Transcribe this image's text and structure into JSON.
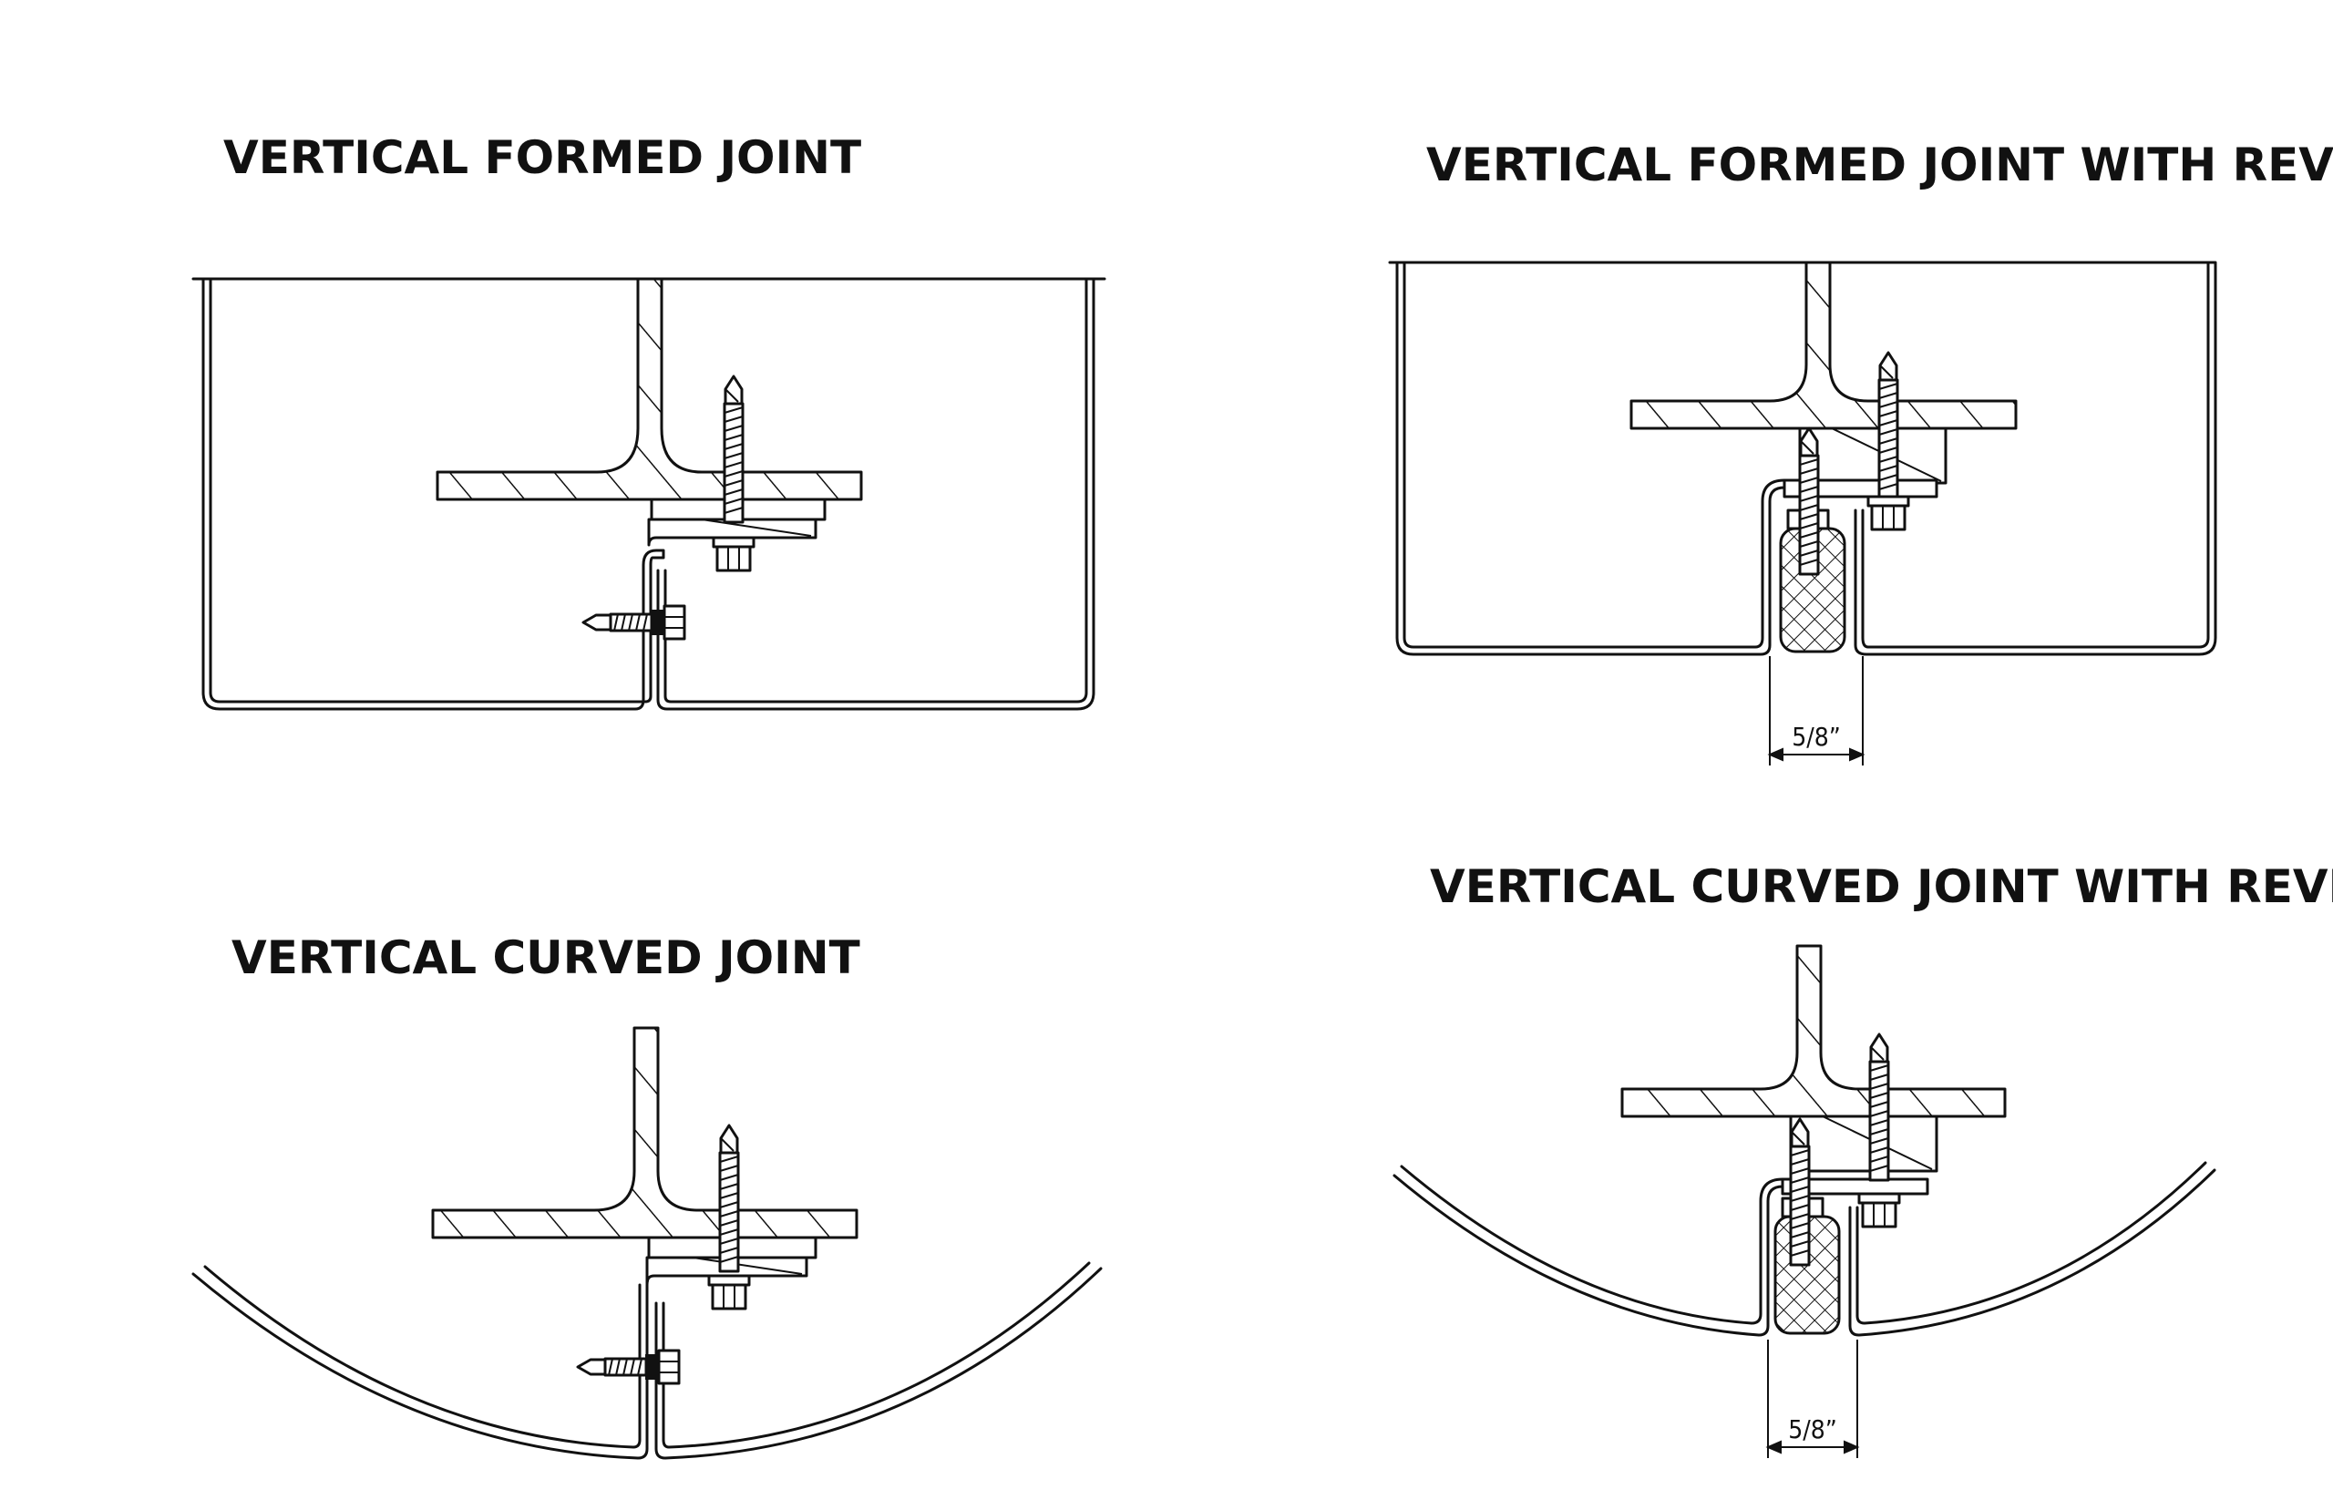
{
  "details": [
    {
      "title": "VERTICAL FORMED JOINT"
    },
    {
      "title": "VERTICAL FORMED JOINT WITH REVEAL",
      "dimension": "5/8”"
    },
    {
      "title": "VERTICAL CURVED JOINT"
    },
    {
      "title": "VERTICAL CURVED JOINT WITH REVEAL",
      "dimension": "5/8”"
    }
  ],
  "colors": {
    "line": "#111111",
    "background": "#ffffff"
  }
}
